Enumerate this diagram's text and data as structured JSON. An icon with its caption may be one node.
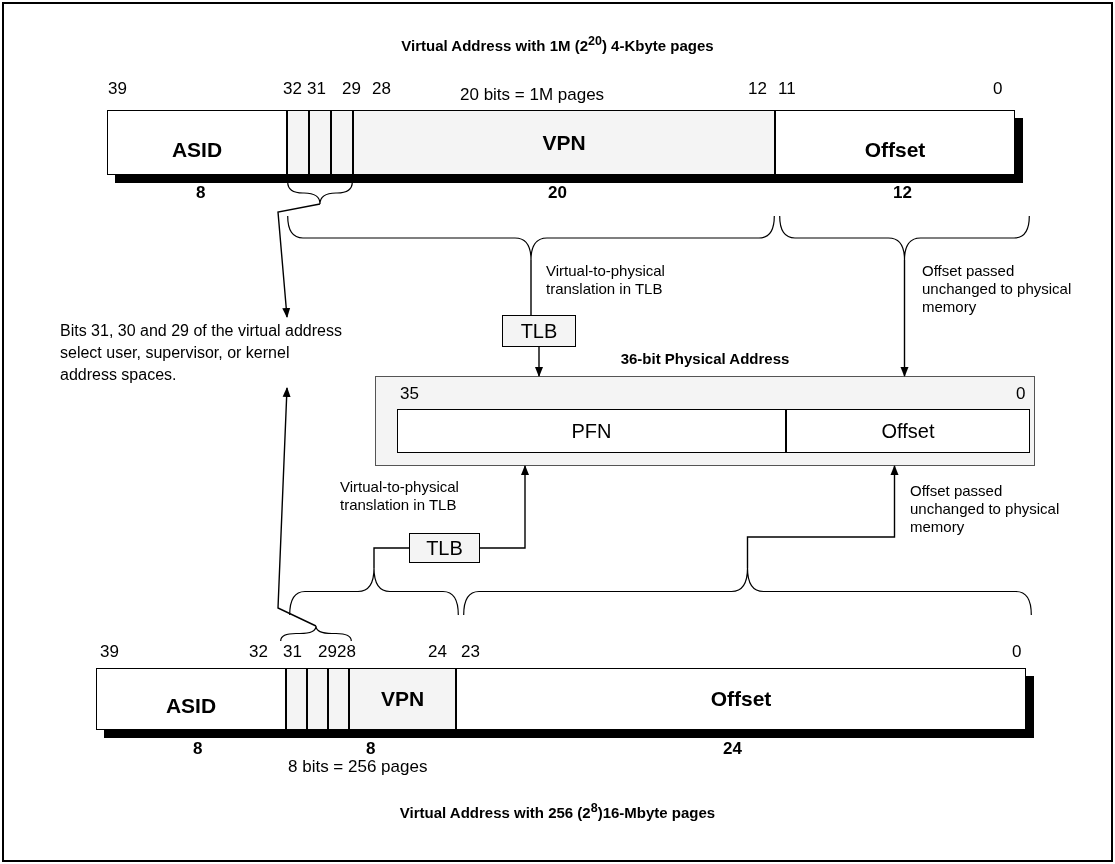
{
  "diagram": {
    "title": "Virtual Address with 1M (2$^{20}$) 4-Kbyte pages",
    "caption": "Virtual Address with 256 (2$^{8}$)16-Mbyte pages",
    "nodes": [
      {
        "text": [
          "ASID"
        ],
        "beside": [
          "8"
        ]
      },
      {
        "text": [],
        "shape": "box"
      },
      {
        "text": [],
        "shape": "box"
      },
      {
        "text": [],
        "shape": "box"
      },
      {
        "text": [
          "VPN"
        ],
        "beside": [
          "20 bits = 1M pages",
          "20"
        ]
      },
      {
        "text": [
          "Offset"
        ],
        "beside": [
          "12"
        ]
      },
      {
        "text": [
          "TLB"
        ]
      },
      {
        "text": [
          "36-bit Physical Address"
        ]
      },
      {
        "text": [
          "PFN"
        ],
        "in": 7
      },
      {
        "text": [
          "Offset"
        ],
        "in": 7
      },
      {
        "text": [
          "Bits 31, 30 and 29 of the virtual address select user, supervisor, or kernel address spaces."
        ]
      },
      {
        "text": [
          "TLB"
        ]
      },
      {
        "text": [
          "ASID"
        ],
        "beside": [
          "8"
        ]
      },
      {
        "text": [],
        "shape": "box"
      },
      {
        "text": [],
        "shape": "box"
      },
      {
        "text": [],
        "shape": "box"
      },
      {
        "text": [
          "VPN"
        ],
        "beside": [
          "8",
          "8 bits = 256 pages"
        ]
      },
      {
        "text": [
          "Offset"
        ],
        "beside": [
          "24"
        ]
      },
      {
        "text": [],
        "shape": "brace"
      },
      {
        "text": [],
        "shape": "brace"
      },
      {
        "text": [],
        "shape": "brace"
      },
      {
        "text": [],
        "shape": "brace"
      },
      {
        "text": [],
        "shape": "brace"
      },
      {
        "text": [],
        "shape": "brace"
      }
    ],
    "edges": [
      {
        "from": 18,
        "to": 10,
        "arrow": "to"
      },
      {
        "from": 19,
        "to": 6,
        "arrow": "none",
        "label": "Virtual-to-physical translation in TLB"
      },
      {
        "from": 6,
        "to": 7,
        "arrow": "to"
      },
      {
        "from": 20,
        "to": 7,
        "arrow": "to",
        "label": "Offset passed unchanged to physical memory"
      },
      {
        "from": 23,
        "to": 10,
        "arrow": "to"
      },
      {
        "from": 21,
        "to": 11,
        "arrow": "none"
      },
      {
        "from": 11,
        "to": 7,
        "arrow": "to",
        "label": "Virtual-to-physical translation in TLB"
      },
      {
        "from": 22,
        "to": 7,
        "arrow": "to",
        "label": "Offset passed unchanged to physical memory"
      }
    ],
    "labels": [
      "39",
      "32",
      "31",
      "29",
      "28",
      "12",
      "11",
      "0",
      "35",
      "0",
      "39",
      "32",
      "31",
      "29",
      "28",
      "24",
      "23",
      "0"
    ]
  }
}
